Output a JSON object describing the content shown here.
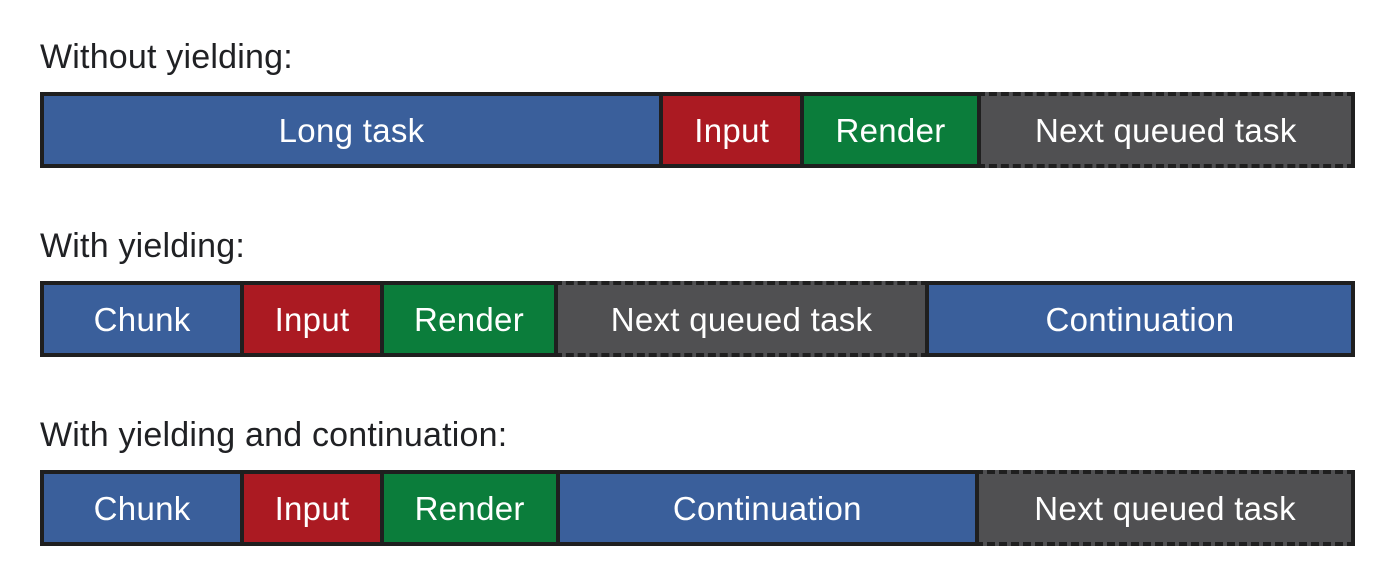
{
  "colors": {
    "background": "#ffffff",
    "border": "#1f1f1f",
    "label_text": "#202124",
    "segment_text": "#ffffff",
    "task_blue": "#3a5f9b",
    "input_red": "#ab1a22",
    "render_green": "#0b7d3b",
    "queued_gray": "#505052"
  },
  "rows": [
    {
      "label": "Without yielding:",
      "segments": [
        {
          "name": "long-task",
          "text": "Long task",
          "color": "task_blue",
          "width_pct": 47.5,
          "queued": false
        },
        {
          "name": "input",
          "text": "Input",
          "color": "input_red",
          "width_pct": 10.6,
          "queued": false
        },
        {
          "name": "render",
          "text": "Render",
          "color": "render_green",
          "width_pct": 13.3,
          "queued": false
        },
        {
          "name": "next-queued-task",
          "text": "Next queued task",
          "color": "queued_gray",
          "width_pct": 28.6,
          "queued": true
        }
      ]
    },
    {
      "label": "With yielding:",
      "segments": [
        {
          "name": "chunk",
          "text": "Chunk",
          "color": "task_blue",
          "width_pct": 15.2,
          "queued": false
        },
        {
          "name": "input",
          "text": "Input",
          "color": "input_red",
          "width_pct": 10.5,
          "queued": false
        },
        {
          "name": "render",
          "text": "Render",
          "color": "render_green",
          "width_pct": 13.2,
          "queued": false
        },
        {
          "name": "next-queued-task",
          "text": "Next queued task",
          "color": "queued_gray",
          "width_pct": 28.4,
          "queued": true
        },
        {
          "name": "continuation",
          "text": "Continuation",
          "color": "task_blue",
          "width_pct": 32.7,
          "queued": false
        }
      ]
    },
    {
      "label": "With yielding and continuation:",
      "segments": [
        {
          "name": "chunk",
          "text": "Chunk",
          "color": "task_blue",
          "width_pct": 15.2,
          "queued": false
        },
        {
          "name": "input",
          "text": "Input",
          "color": "input_red",
          "width_pct": 10.5,
          "queued": false
        },
        {
          "name": "render",
          "text": "Render",
          "color": "render_green",
          "width_pct": 13.3,
          "queued": false
        },
        {
          "name": "continuation",
          "text": "Continuation",
          "color": "task_blue",
          "width_pct": 32.2,
          "queued": false
        },
        {
          "name": "next-queued-task",
          "text": "Next queued task",
          "color": "queued_gray",
          "width_pct": 28.8,
          "queued": true
        }
      ]
    }
  ]
}
